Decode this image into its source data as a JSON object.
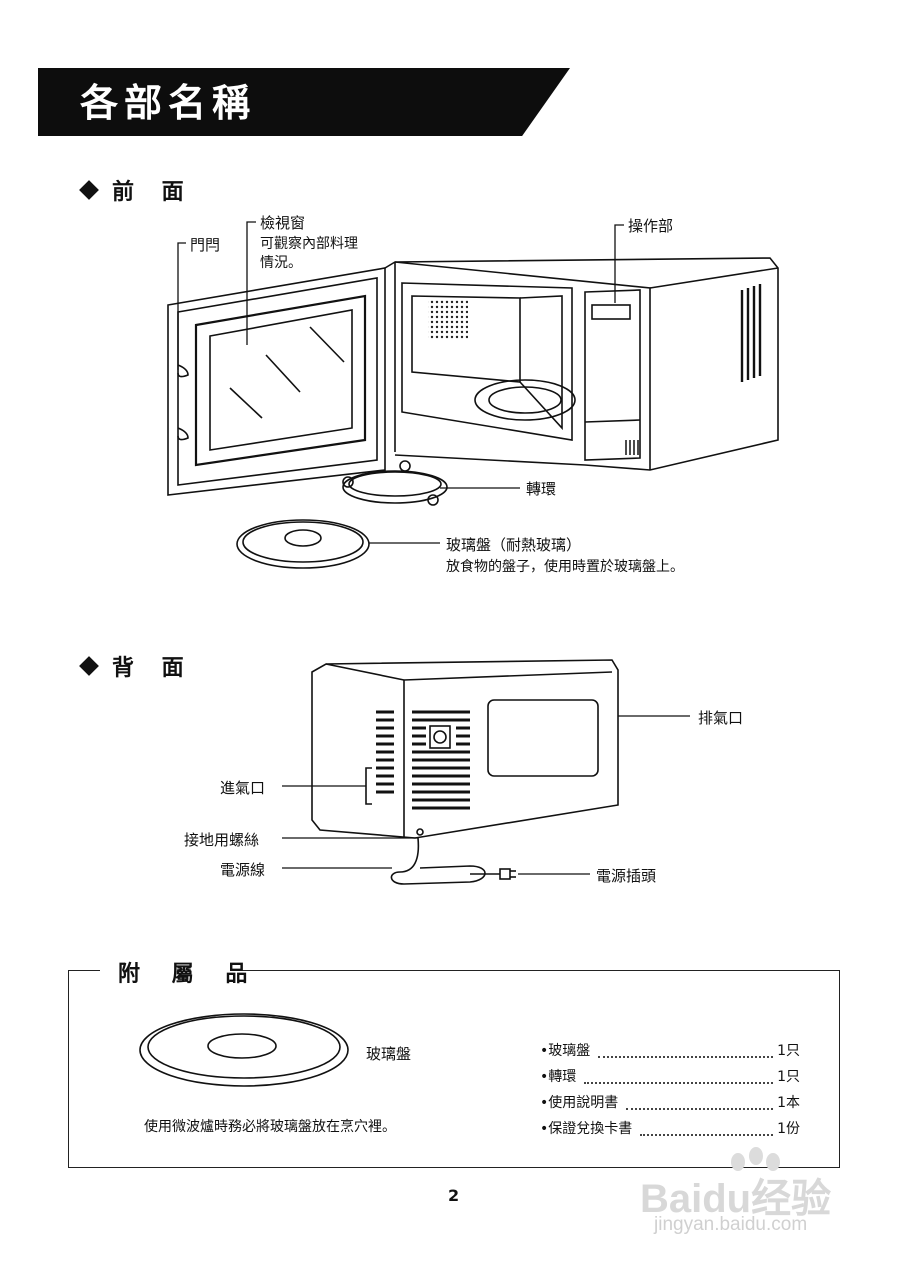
{
  "header": {
    "title": "各部名稱"
  },
  "front": {
    "heading": "前 面",
    "labels": {
      "door_latch": "門閂",
      "window": "檢視窗",
      "window_desc_1": "可觀察內部料理",
      "window_desc_2": "情況。",
      "control_panel": "操作部",
      "roller_ring": "轉環",
      "glass_tray": "玻璃盤（耐熱玻璃）",
      "glass_tray_desc": "放食物的盤子，使用時置於玻璃盤上。"
    }
  },
  "back": {
    "heading": "背 面",
    "labels": {
      "exhaust": "排氣口",
      "intake": "進氣口",
      "ground_screw": "接地用螺絲",
      "power_cord": "電源線",
      "power_plug": "電源插頭"
    }
  },
  "accessories": {
    "heading": "附 屬 品",
    "tray_label": "玻璃盤",
    "note": "使用微波爐時務必將玻璃盤放在烹穴裡。",
    "items": [
      {
        "name": "•玻璃盤",
        "qty": "1只"
      },
      {
        "name": "•轉環",
        "qty": "1只"
      },
      {
        "name": "•使用說明書",
        "qty": "1本"
      },
      {
        "name": "•保證兌換卡書",
        "qty": "1份"
      }
    ]
  },
  "footer": {
    "page_number": "2"
  },
  "watermark": {
    "brand": "Baidu经验",
    "url": "jingyan.baidu.com"
  }
}
